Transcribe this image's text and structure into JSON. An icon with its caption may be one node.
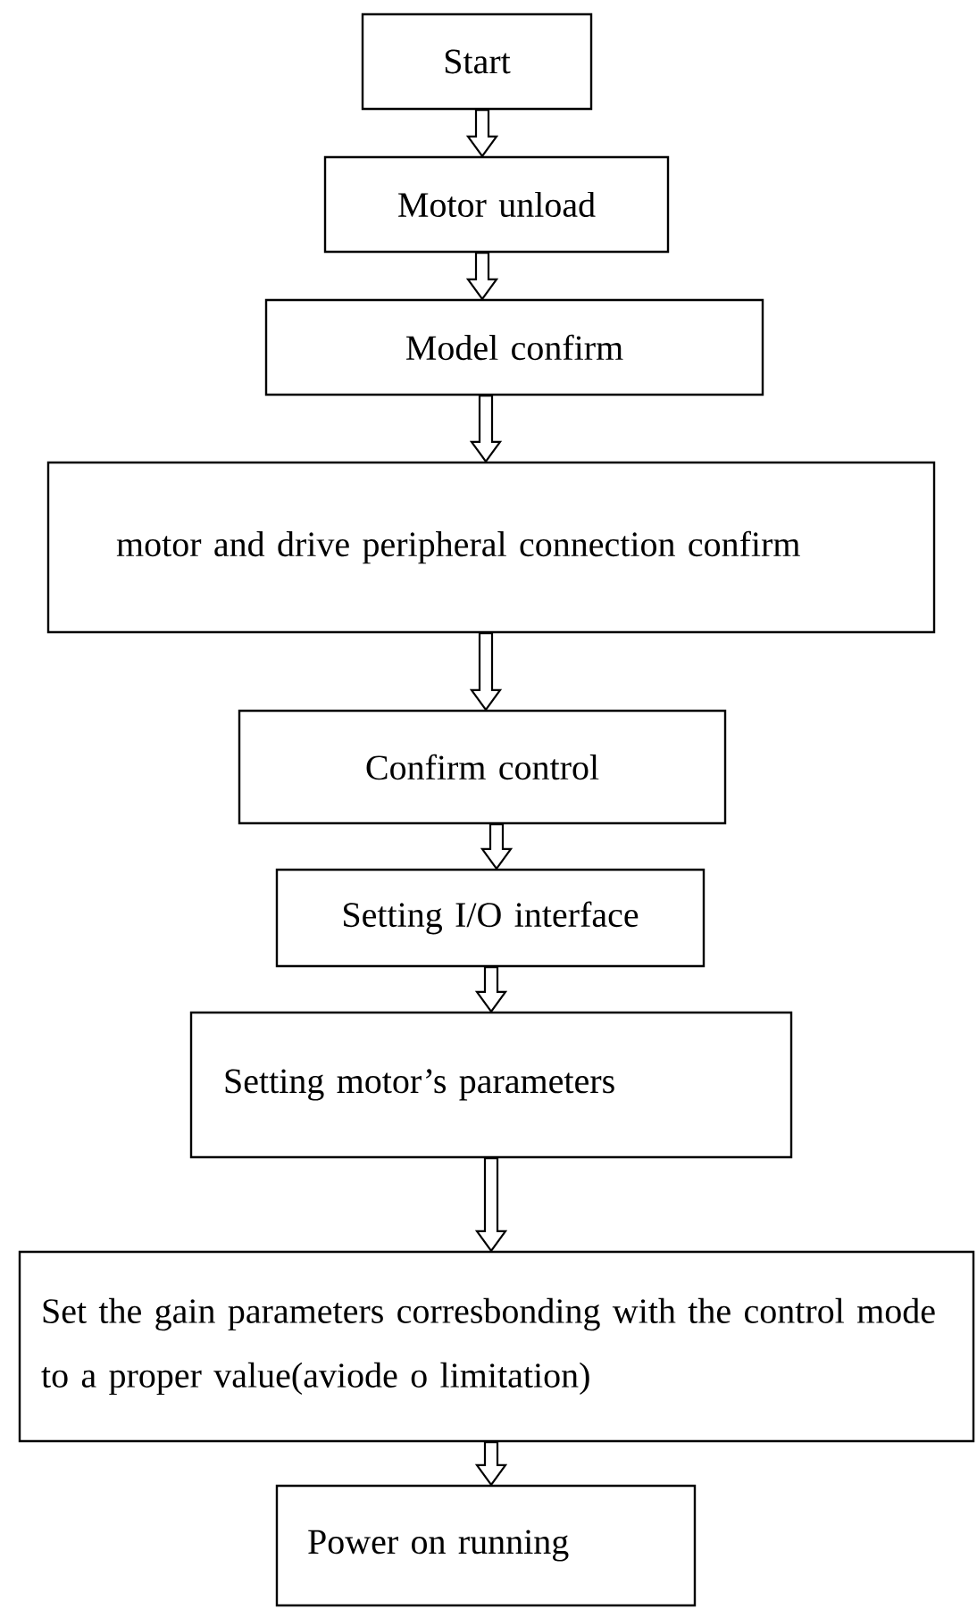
{
  "diagram": {
    "nodes": [
      {
        "text": [
          "Start"
        ]
      },
      {
        "text": [
          "Motor unload"
        ]
      },
      {
        "text": [
          "Model confirm"
        ]
      },
      {
        "text": [
          "motor and drive peripheral connection confirm"
        ]
      },
      {
        "text": [
          "Confirm control"
        ]
      },
      {
        "text": [
          "Setting I/O interface"
        ]
      },
      {
        "text": [
          "Setting motor’s parameters"
        ]
      },
      {
        "text": [
          "Set the gain parameters corresbonding with the control mode to a proper value(aviode o limitation)"
        ]
      },
      {
        "text": [
          "Power on running"
        ]
      }
    ],
    "edges": [
      {
        "from": 0,
        "to": 1,
        "arrow": "to"
      },
      {
        "from": 1,
        "to": 2,
        "arrow": "to"
      },
      {
        "from": 2,
        "to": 3,
        "arrow": "to"
      },
      {
        "from": 3,
        "to": 4,
        "arrow": "to"
      },
      {
        "from": 4,
        "to": 5,
        "arrow": "to"
      },
      {
        "from": 5,
        "to": 6,
        "arrow": "to"
      },
      {
        "from": 6,
        "to": 7,
        "arrow": "to"
      },
      {
        "from": 7,
        "to": 8,
        "arrow": "to"
      }
    ]
  }
}
